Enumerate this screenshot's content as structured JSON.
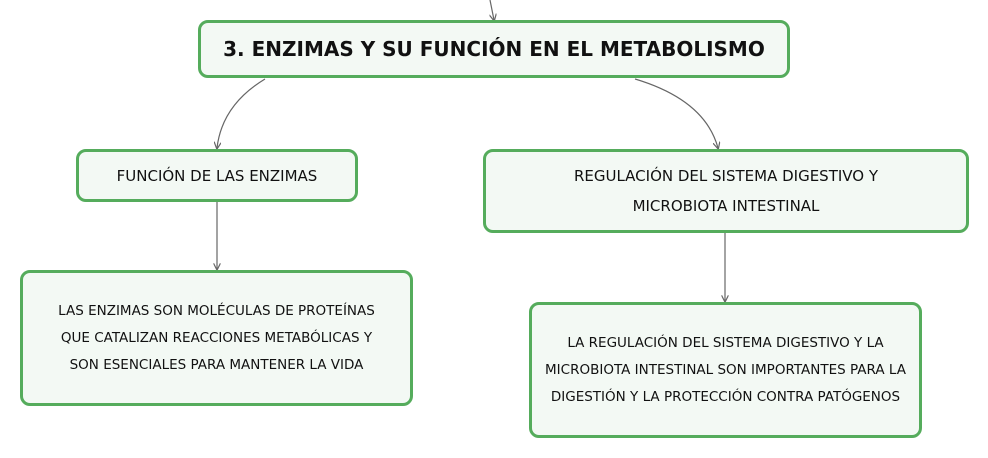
{
  "root": {
    "title": "3. ENZIMAS Y SU FUNCIÓN EN EL METABOLISMO"
  },
  "branches": [
    {
      "title": "FUNCIÓN DE LAS ENZIMAS",
      "detail": "LAS ENZIMAS SON MOLÉCULAS DE PROTEÍNAS QUE CATALIZAN REACCIONES METABÓLICAS Y SON ESENCIALES PARA MANTENER LA VIDA"
    },
    {
      "title": "REGULACIÓN DEL SISTEMA DIGESTIVO Y MICROBIOTA INTESTINAL",
      "detail": "LA REGULACIÓN DEL SISTEMA DIGESTIVO Y LA MICROBIOTA INTESTINAL SON IMPORTANTES PARA LA DIGESTIÓN Y LA PROTECCIÓN CONTRA PATÓGENOS"
    }
  ],
  "colors": {
    "border": "#55ac5c",
    "fill": "#f3f9f4",
    "connector": "#666666"
  }
}
